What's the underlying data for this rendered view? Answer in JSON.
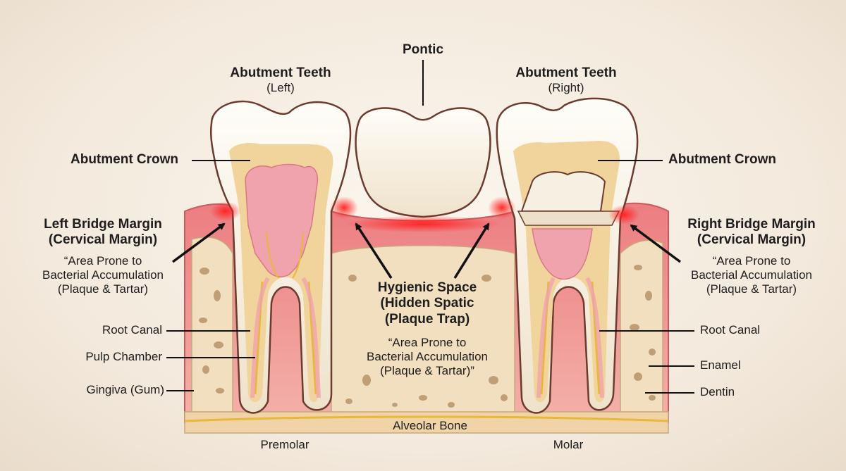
{
  "labels": {
    "pontic": "Pontic",
    "abutment_left_title": "Abutment Teeth",
    "abutment_left_sub": "(Left)",
    "abutment_right_title": "Abutment Teeth",
    "abutment_right_sub": "(Right)",
    "crown_left": "Abutment Crown",
    "crown_right": "Abutment Crown",
    "left_margin_1": "Left Bridge Margin",
    "left_margin_2": "(Cervical Margin)",
    "left_note_1": "“Area Prone to",
    "left_note_2": "Bacterial Accumulation",
    "left_note_3": "(Plaque & Tartar)",
    "right_margin_1": "Right Bridge Margin",
    "right_margin_2": "(Cervical Margin)",
    "right_note_1": "“Area Prone to",
    "right_note_2": "Bacterial Accumulation",
    "right_note_3": "(Plaque & Tartar)",
    "hygienic_1": "Hygienic Space",
    "hygienic_2": "(Hidden Spatic",
    "hygienic_3": "(Plaque Trap)",
    "center_note_1": "“Area Prone to",
    "center_note_2": "Bacterial Accumulation",
    "center_note_3": "(Plaque & Tartar)”",
    "root_canal_left": "Root Canal",
    "pulp_chamber": "Pulp Chamber",
    "gingiva": "Gingiva (Gum)",
    "root_canal_right": "Root Canal",
    "enamel": "Enamel",
    "dentin": "Dentin",
    "alveolar_bone": "Alveolar Bone",
    "premolar": "Premolar",
    "molar": "Molar"
  },
  "colors": {
    "gum": "#e8898e",
    "gum_light": "#f3b7b2",
    "bone": "#f2dfbf",
    "bone_holes": "#b8946a",
    "enamel": "#f8f1e4",
    "dentin": "#f1d49b",
    "pulp": "#f0a3ac",
    "nerve": "#e7b83a",
    "inflamed": "#ff2e2e",
    "outline": "#6a3b2e"
  }
}
